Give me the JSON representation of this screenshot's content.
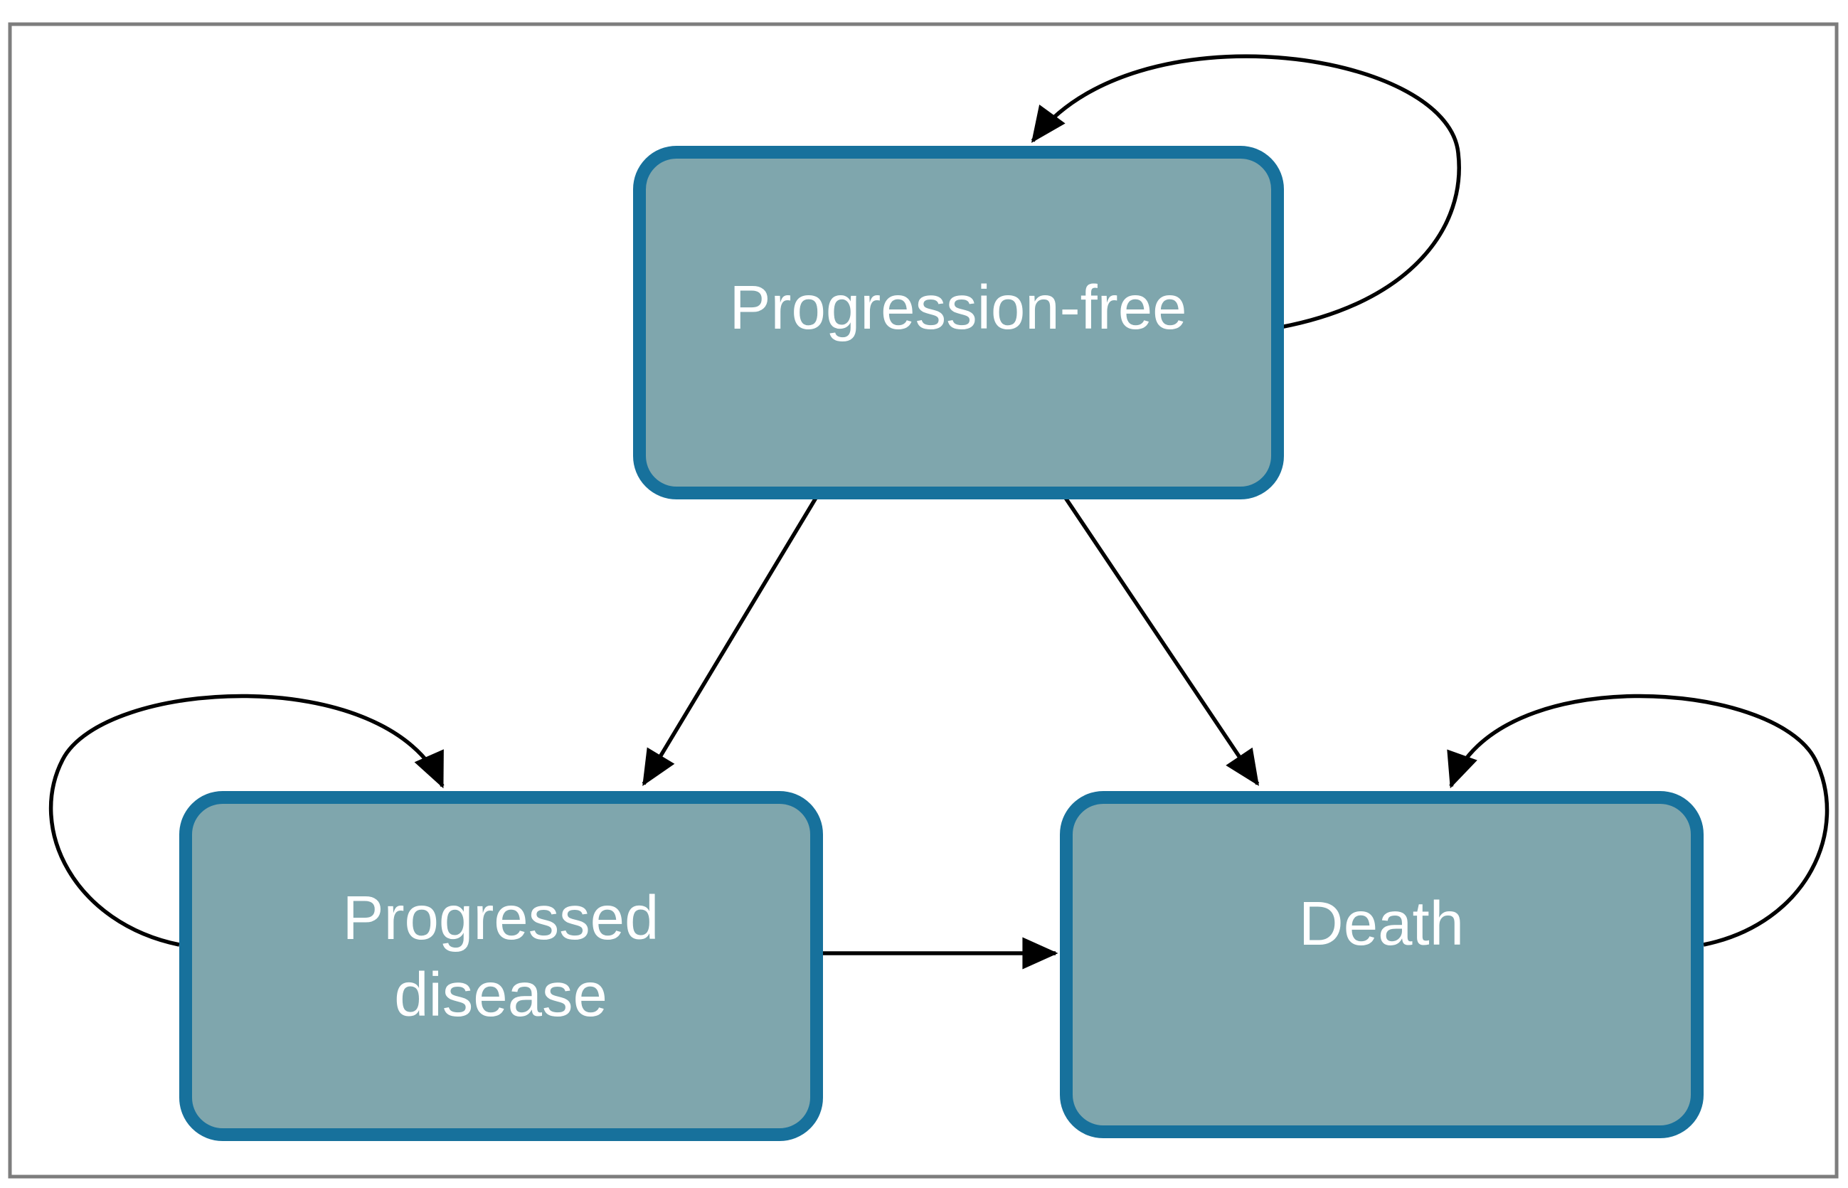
{
  "diagram": {
    "type": "state-transition-diagram",
    "states": {
      "progression_free": {
        "label": "Progression-free"
      },
      "progressed_disease": {
        "label": "Progressed disease",
        "line1": "Progressed",
        "line2": "disease"
      },
      "death": {
        "label": "Death"
      }
    },
    "transitions": [
      {
        "from": "progression_free",
        "to": "progression_free",
        "kind": "self-loop"
      },
      {
        "from": "progression_free",
        "to": "progressed_disease",
        "kind": "arrow"
      },
      {
        "from": "progression_free",
        "to": "death",
        "kind": "arrow"
      },
      {
        "from": "progressed_disease",
        "to": "progressed_disease",
        "kind": "self-loop"
      },
      {
        "from": "progressed_disease",
        "to": "death",
        "kind": "arrow"
      },
      {
        "from": "death",
        "to": "death",
        "kind": "self-loop"
      }
    ],
    "colors": {
      "state_fill": "#7FA6AD",
      "state_border": "#17719C",
      "arrow": "#000000",
      "frame": "#7D7D7D",
      "label_text": "#FFFFFF"
    }
  }
}
